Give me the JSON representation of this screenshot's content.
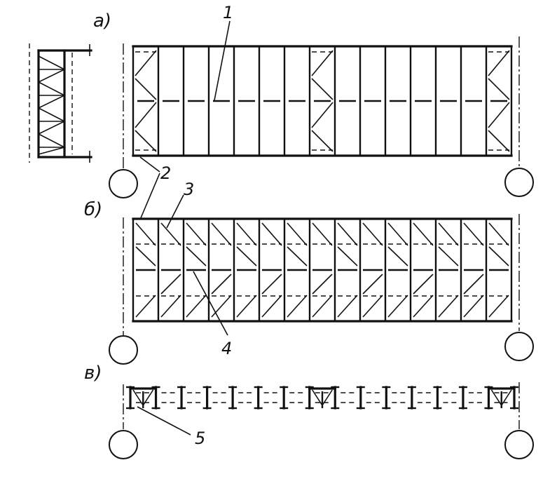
{
  "labels": {
    "a": "а)",
    "b": "б)",
    "v": "в)"
  },
  "callouts": {
    "n1": "1",
    "n2": "2",
    "n3": "3",
    "n4": "4",
    "n5": "5"
  }
}
